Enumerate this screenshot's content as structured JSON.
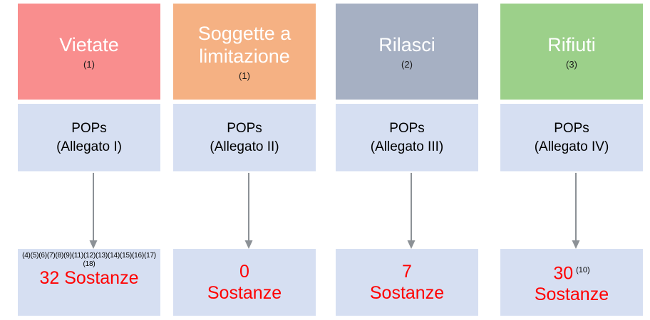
{
  "diagram": {
    "arrow_color": "#8c9196",
    "annex_box_color": "#d6dff2",
    "result_text_color": "#ff0000",
    "columns": [
      {
        "header_label": "Vietate",
        "header_note": "(1)",
        "header_color": "#f98e8e",
        "annex_line1": "POPs",
        "annex_line2": "(Allegato I)",
        "refs": "(4)(5)(6)(7)(8)(9)(11)(12)(13)(14)(15)(16)(17)(18)",
        "result_line1": "32 Sostanze",
        "result_line2": "",
        "result_sup": ""
      },
      {
        "header_label": "Soggette a limitazione",
        "header_note": "(1)",
        "header_color": "#f5b183",
        "annex_line1": "POPs",
        "annex_line2": "(Allegato II)",
        "refs": "",
        "result_line1": "0",
        "result_line2": "Sostanze",
        "result_sup": ""
      },
      {
        "header_label": "Rilasci",
        "header_note": "(2)",
        "header_color": "#a6b0c3",
        "annex_line1": "POPs",
        "annex_line2": "(Allegato III)",
        "refs": "",
        "result_line1": "7",
        "result_line2": "Sostanze",
        "result_sup": ""
      },
      {
        "header_label": "Rifiuti",
        "header_note": "(3)",
        "header_color": "#9cd08a",
        "annex_line1": "POPs",
        "annex_line2": "(Allegato IV)",
        "refs": "",
        "result_line1": "30",
        "result_line2": "Sostanze",
        "result_sup": "(10)"
      }
    ]
  }
}
